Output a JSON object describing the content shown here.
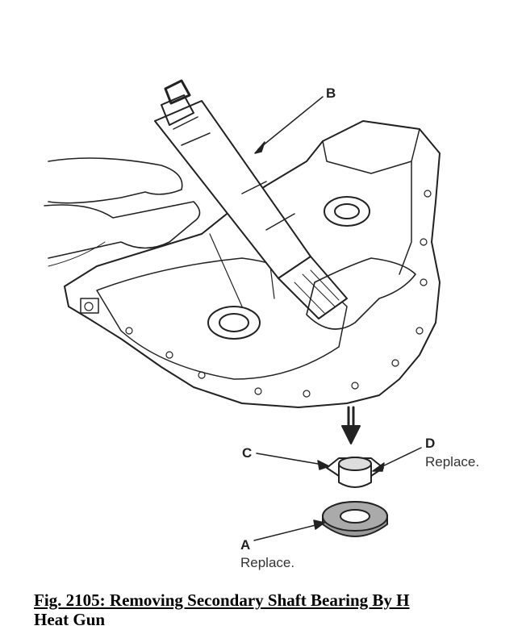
{
  "figure": {
    "labels": {
      "a": "A",
      "a_note": "Replace.",
      "b": "B",
      "c": "C",
      "d": "D",
      "d_note": "Replace."
    },
    "caption": "Fig. 2105: Removing Secondary Shaft Bearing By H",
    "caption_continued": "Heat Gun"
  }
}
